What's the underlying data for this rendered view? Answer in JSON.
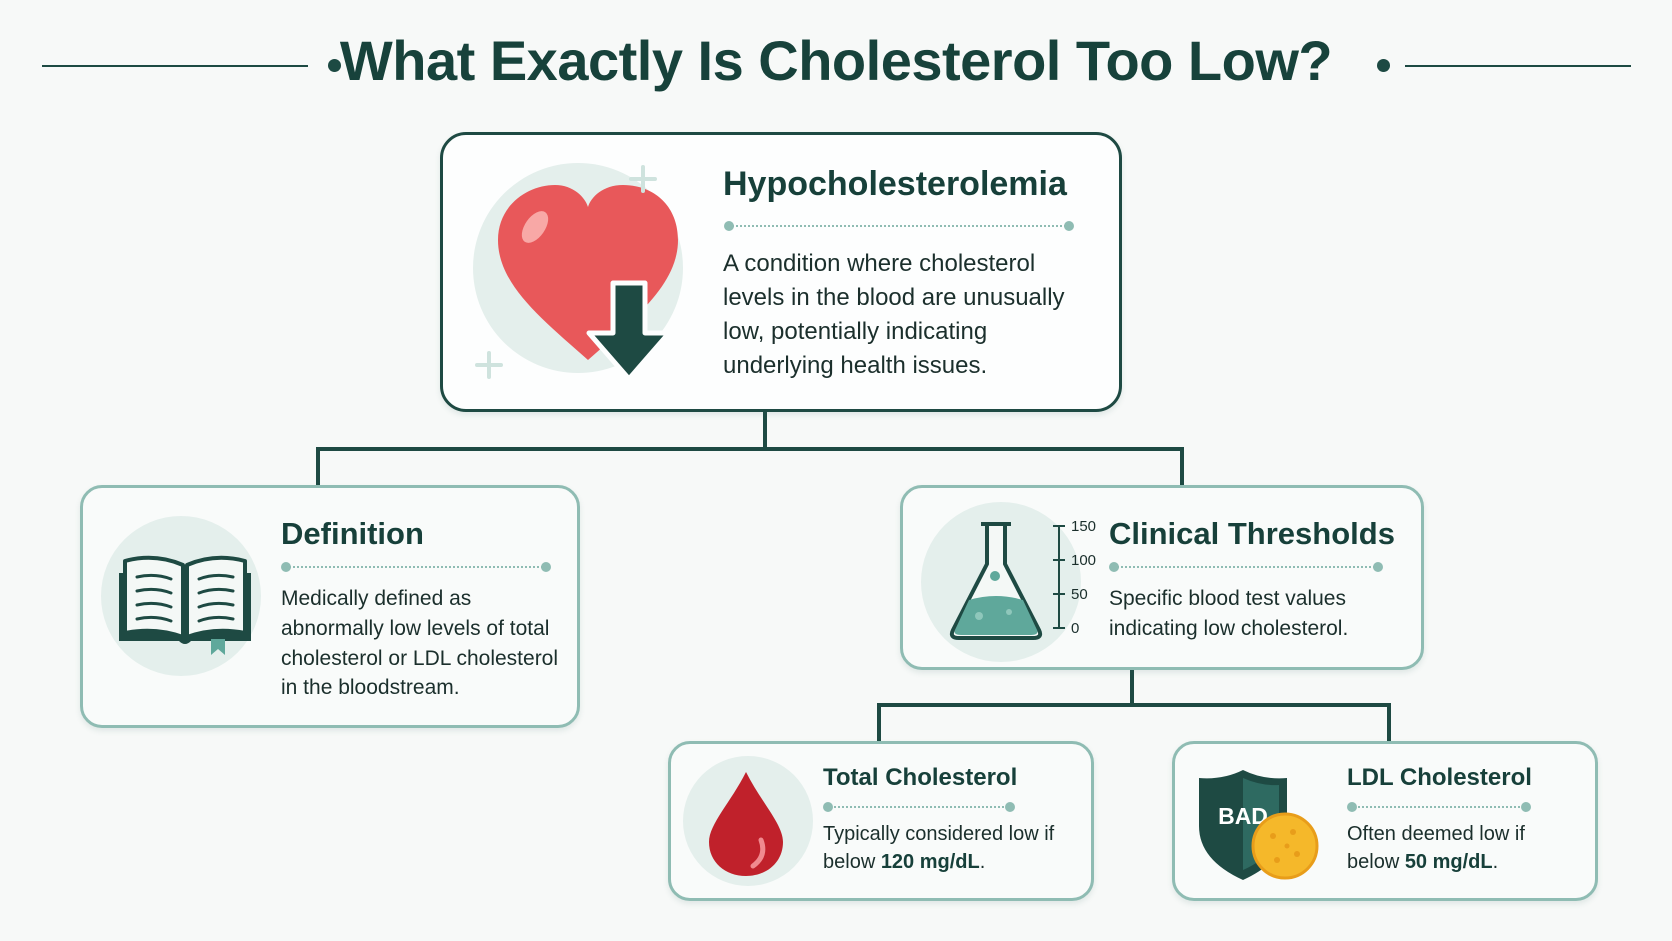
{
  "title": "What Exactly Is Cholesterol Too Low?",
  "main": {
    "heading": "Hypocholesterolemia",
    "description": "A condition where cholesterol levels in the blood are unusually low, potentially indicating underlying health issues.",
    "icon": "heart-down-arrow-icon"
  },
  "definition": {
    "heading": "Definition",
    "description": "Medically defined as abnormally low levels of total cholesterol or LDL cholesterol in the bloodstream.",
    "icon": "book-icon"
  },
  "thresholds": {
    "heading": "Clinical Thresholds",
    "description": "Specific blood test values indicating low cholesterol.",
    "icon": "flask-icon",
    "scale_labels": [
      "150",
      "100",
      "50",
      "0"
    ]
  },
  "total": {
    "heading": "Total Cholesterol",
    "text_before": "Typically considered low if below ",
    "value": "120 mg/dL",
    "text_after": ".",
    "icon": "blood-drop-icon"
  },
  "ldl": {
    "heading": "LDL Cholesterol",
    "text_before": "Often deemed low if below ",
    "value": "50 mg/dL",
    "text_after": ".",
    "icon": "shield-icon",
    "badge": "BAD"
  },
  "colors": {
    "dark_teal": "#17403a",
    "card_border": "#8fbcb3",
    "heart": "#e8585a",
    "blood": "#c0212b",
    "flask_liquid": "#5fa89b",
    "yellow": "#f5b82a"
  }
}
